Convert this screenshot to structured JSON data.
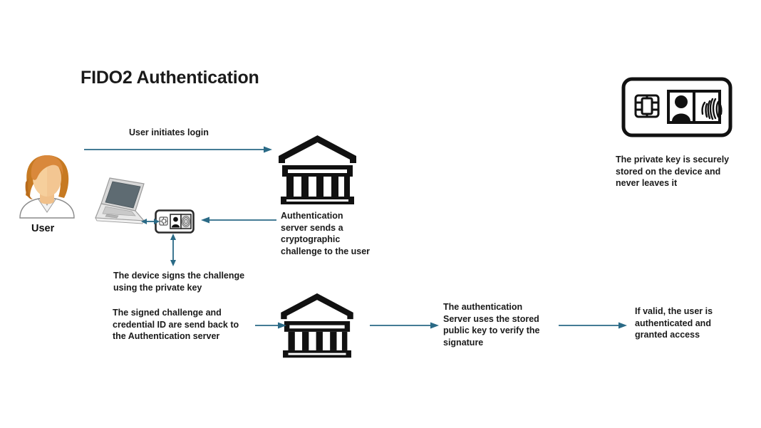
{
  "page": {
    "title": "FIDO2 Authentication",
    "background_color": "#ffffff",
    "text_color": "#1a1a1a",
    "arrow_color": "#2a6a86"
  },
  "actors": {
    "user_label": "User",
    "user_icon": "user-avatar-icon",
    "laptop_icon": "laptop-icon",
    "device_icon": "id-card-device-icon",
    "server_icon_top": "authentication-server-icon",
    "server_icon_bottom": "authentication-server-icon",
    "smartcard_icon": "smartcard-biometric-icon"
  },
  "flow": {
    "step_1_label": "User initiates login",
    "step_2_note": "Authentication\nserver sends a\ncryptographic\nchallenge to the user",
    "step_3_note": "The device signs the challenge\nusing the private key",
    "step_4_note": "The signed challenge and\ncredential ID are send back to\nthe Authentication server",
    "step_5_note": "The authentication\nServer uses the stored\npublic key to verify the\nsignature",
    "step_6_note": "If valid, the user is\nauthenticated and\ngranted access"
  },
  "callouts": {
    "private_key_note": "The private key is securely\nstored on the device and\nnever leaves it"
  },
  "arrows": [
    {
      "name": "arrow-user-initiates-login",
      "direction": "right"
    },
    {
      "name": "arrow-server-challenge-to-device",
      "direction": "left"
    },
    {
      "name": "arrow-laptop-device-link",
      "direction": "both"
    },
    {
      "name": "arrow-device-signs-challenge",
      "direction": "both-vertical"
    },
    {
      "name": "arrow-signed-challenge-to-server",
      "direction": "right"
    },
    {
      "name": "arrow-server-to-verification",
      "direction": "right"
    },
    {
      "name": "arrow-verification-to-access",
      "direction": "right"
    }
  ]
}
